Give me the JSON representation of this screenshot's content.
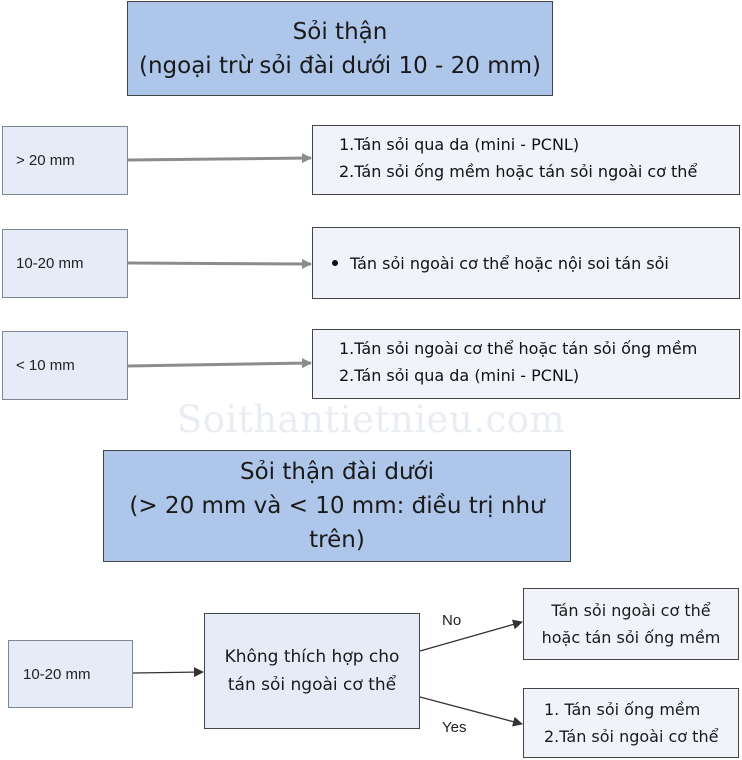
{
  "section1": {
    "title_line1": "Sỏi thận",
    "title_line2": "(ngoại trừ sỏi đài dưới 10 - 20 mm)",
    "rows": [
      {
        "size": "> 20 mm",
        "items": [
          "1.Tán sỏi qua da (mini - PCNL)",
          "2.Tán sỏi ống mềm hoặc tán sỏi ngoài cơ thể"
        ]
      },
      {
        "size": "10-20 mm",
        "items": [
          "Tán sỏi ngoài cơ thể hoặc nội soi tán sỏi"
        ]
      },
      {
        "size": "< 10 mm",
        "items": [
          "1.Tán sỏi ngoài cơ thể hoặc tán sỏi ống mềm",
          "2.Tán sỏi qua da (mini - PCNL)"
        ]
      }
    ]
  },
  "watermark": "Soithantietnieu.com",
  "section2": {
    "title_line1": "Sỏi thận đài dưới",
    "title_line2": "(> 20 mm và < 10 mm: điều trị như trên)",
    "size": "10-20 mm",
    "decision_line1": "Không thích hợp cho",
    "decision_line2": "tán sỏi ngoài cơ thể",
    "no_label": "No",
    "yes_label": "Yes",
    "no_line1": "Tán sỏi ngoài cơ thể",
    "no_line2": "hoặc tán sỏi ống mềm",
    "yes_items": [
      "1. Tán sỏi ống mềm",
      "2.Tán sỏi ngoài cơ thể"
    ]
  },
  "colors": {
    "title_fill": "#adc6e9",
    "size_fill": "#e6ecf7",
    "treatment_fill": "#f0f3f9",
    "arrow": "#8c8c8c",
    "decision_arrow": "#333333"
  }
}
